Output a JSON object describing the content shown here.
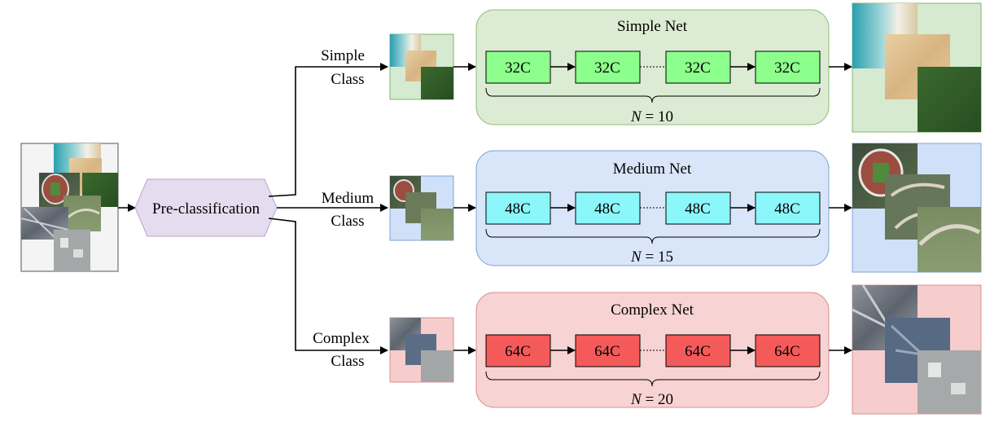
{
  "preclass": {
    "label": "Pre-classification"
  },
  "branches": [
    {
      "label_line1": "Simple",
      "label_line2": "Class",
      "net_title": "Simple Net",
      "blocks": [
        "32C",
        "32C",
        "32C",
        "32C"
      ],
      "n_var": "N",
      "n_eq": " = 10",
      "colors": {
        "panel_fill": "#dcebd3",
        "panel_stroke": "#8fbf78",
        "block_fill": "#8cff8c",
        "bg_patch": "#d5ead0"
      }
    },
    {
      "label_line1": "Medium",
      "label_line2": "Class",
      "net_title": "Medium Net",
      "blocks": [
        "48C",
        "48C",
        "48C",
        "48C"
      ],
      "n_var": "N",
      "n_eq": " = 15",
      "colors": {
        "panel_fill": "#d9e6fa",
        "panel_stroke": "#7fa3d8",
        "block_fill": "#8cf7fa",
        "bg_patch": "#cfe0f8"
      }
    },
    {
      "label_line1": "Complex",
      "label_line2": "Class",
      "net_title": "Complex Net",
      "blocks": [
        "64C",
        "64C",
        "64C",
        "64C"
      ],
      "n_var": "N",
      "n_eq": " = 20",
      "colors": {
        "panel_fill": "#f8d3d3",
        "panel_stroke": "#d88f8f",
        "block_fill": "#f55a5a",
        "bg_patch": "#f6cccc"
      }
    }
  ],
  "colors": {
    "preclass_fill": "#e6dcef",
    "preclass_stroke": "#b8a2cf",
    "line": "#000000"
  }
}
